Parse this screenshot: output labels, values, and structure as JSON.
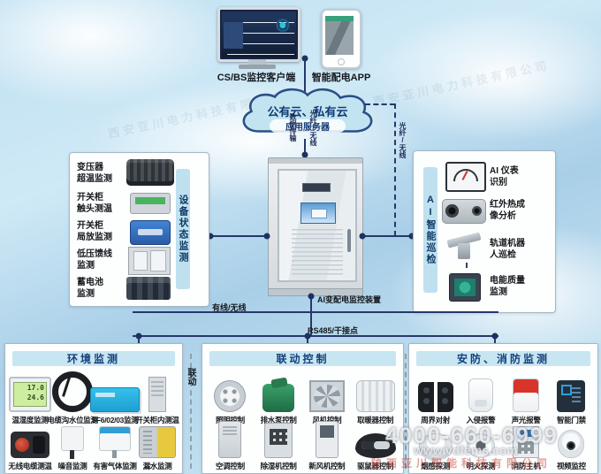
{
  "top": {
    "client_label": "CS/BS监控客户端",
    "app_label": "智能配电APP",
    "cloud_title": "公有云、私有云",
    "cloud_subtitle": "应用服务器"
  },
  "connections": {
    "data_transfer": "数据传输",
    "fiber_down": "光纤/无线",
    "fiber_right": "光纤/无线",
    "wired_wireless": "有线/无线",
    "rs485": "RS485/干接点",
    "cabinet_label": "AI变配电监控装置",
    "linkage_label": "联动"
  },
  "device_status": {
    "bar": "设备状态监测",
    "items": [
      {
        "label": "变压器\n超温监测",
        "icon": "transformer"
      },
      {
        "label": "开关柜\n触头测温",
        "icon": "contact-temperature-meter"
      },
      {
        "label": "开关柜\n局放监测",
        "icon": "partial-discharge-monitor"
      },
      {
        "label": "低压馈线\n监测",
        "icon": "feeder-cabinet"
      },
      {
        "label": "蓄电池\n监测",
        "icon": "battery-bank"
      }
    ]
  },
  "ai_patrol": {
    "bar": "AI智能巡检",
    "items": [
      {
        "label": "AI 仪表\n识别",
        "icon": "analog-gauge"
      },
      {
        "label": "红外热成\n像分析",
        "icon": "thermal-camera"
      },
      {
        "label": "轨道机器\n人巡检",
        "icon": "rail-robot"
      },
      {
        "label": "电能质量\n监测",
        "icon": "power-quality-meter"
      }
    ]
  },
  "environment": {
    "title": "环境监测",
    "lcd": {
      "temp": "17.0",
      "hum": "24.6"
    },
    "row1": [
      {
        "label": "温湿度监测",
        "icon": "temp-humidity-lcd"
      },
      {
        "label": "电缆沟水位监测",
        "icon": "water-level-sensor"
      },
      {
        "label": "SF6/02/03监测",
        "icon": "sf6-gas-monitor"
      },
      {
        "label": "开关柜内测温",
        "icon": "cabinet-thermometer"
      }
    ],
    "row2": [
      {
        "label": "无线电缆测温",
        "icon": "wireless-cable-sensor"
      },
      {
        "label": "噪音监测",
        "icon": "noise-sensor"
      },
      {
        "label": "有害气体监测",
        "icon": "gas-sensor"
      },
      {
        "label": "漏水监测",
        "icon": "leak-sensor"
      }
    ]
  },
  "linkage_control": {
    "title": "联动控制",
    "row1": [
      {
        "label": "照明控制",
        "icon": "ceiling-lamp"
      },
      {
        "label": "排水泵控制",
        "icon": "drain-pump"
      },
      {
        "label": "风机控制",
        "icon": "exhaust-fan"
      },
      {
        "label": "取暖器控制",
        "icon": "heater"
      }
    ],
    "row2": [
      {
        "label": "空调控制",
        "icon": "air-conditioner"
      },
      {
        "label": "除湿机控制",
        "icon": "dehumidifier"
      },
      {
        "label": "新风机控制",
        "icon": "fresh-air-unit"
      },
      {
        "label": "驱鼠器控制",
        "icon": "rodent-repeller"
      }
    ]
  },
  "security_fire": {
    "title": "安防、消防监测",
    "row1": [
      {
        "label": "周界对射",
        "icon": "perimeter-beam"
      },
      {
        "label": "入侵报警",
        "icon": "pir-alarm"
      },
      {
        "label": "声光报警",
        "icon": "sound-light-alarm"
      },
      {
        "label": "智能门禁",
        "icon": "access-control"
      }
    ],
    "row2": [
      {
        "label": "烟感探测",
        "icon": "smoke-detector"
      },
      {
        "label": "明火探测",
        "icon": "flame-detector"
      },
      {
        "label": "消防主机",
        "icon": "fire-panel"
      },
      {
        "label": "视频监控",
        "icon": "dome-camera"
      }
    ]
  },
  "watermark": {
    "phone": "4000-660-6999",
    "website": "www.vdfems.com",
    "company": "陕西亚川智能科技有限公司",
    "sky": "西安亚川电力科技有限公司"
  }
}
